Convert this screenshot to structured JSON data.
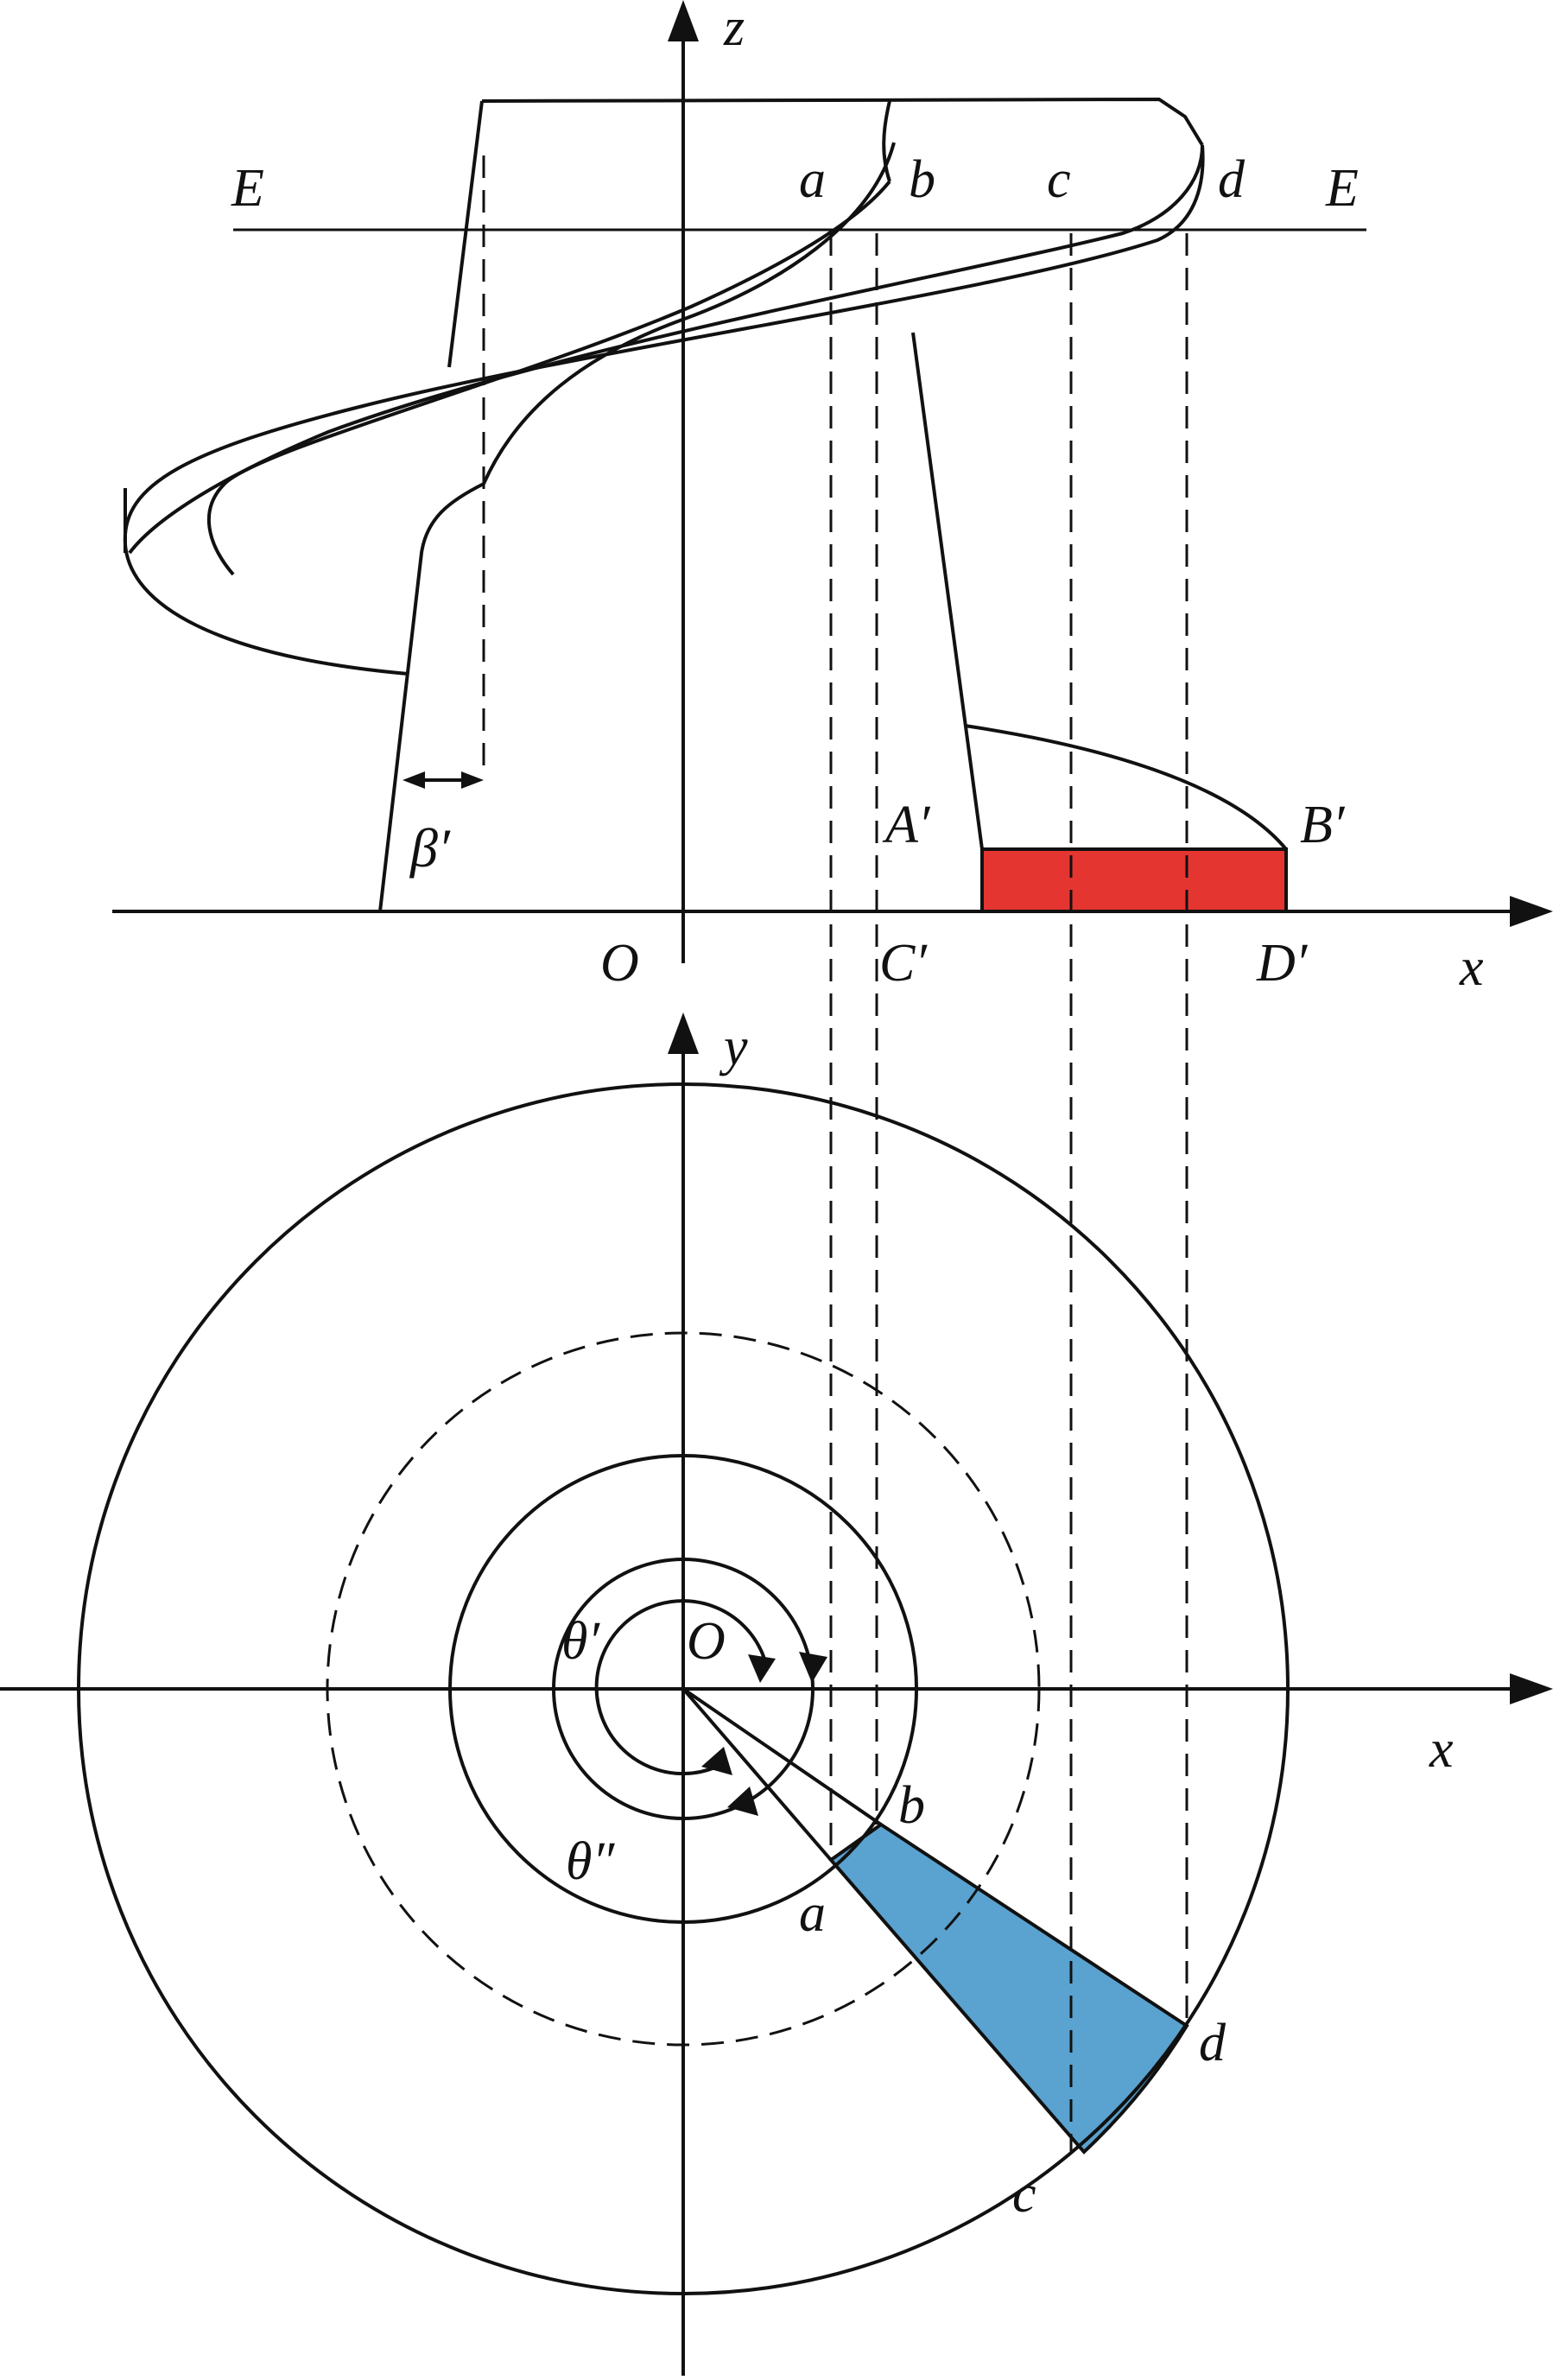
{
  "labels": {
    "z_axis": "z",
    "x_axis_top": "x",
    "y_axis": "y",
    "x_axis_bottom": "x",
    "E_left": "E",
    "E_right": "E",
    "a_top": "a",
    "b_top": "b",
    "c_top": "c",
    "d_top": "d",
    "beta": "β′",
    "A_prime": "A′",
    "B_prime": "B′",
    "O_top": "O",
    "C_prime": "C′",
    "D_prime": "D′",
    "theta_prime": "θ′",
    "theta_double_prime": "θ″",
    "O_bottom": "O",
    "a_bottom": "a",
    "b_bottom": "b",
    "c_bottom": "c",
    "d_bottom": "d"
  },
  "colors": {
    "red_region": "#e53530",
    "blue_region": "#5aa2cf",
    "line": "#111111"
  }
}
